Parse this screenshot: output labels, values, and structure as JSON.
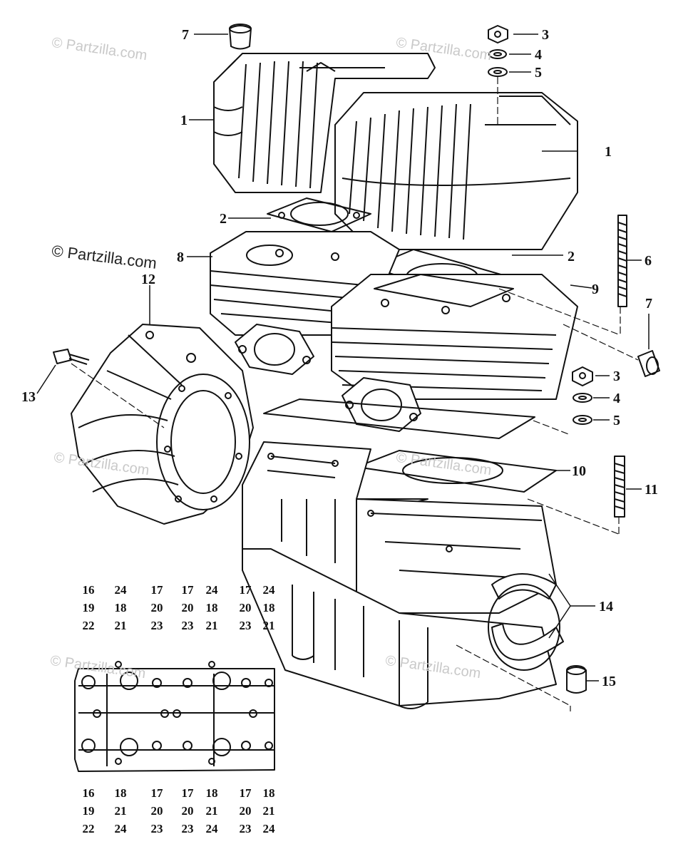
{
  "watermark": {
    "primary": "© Partzilla.com",
    "faint": "© Partzilla.com"
  },
  "callouts": {
    "c1_left": "1",
    "c1_right": "1",
    "c2_left": "2",
    "c2_right": "2",
    "c3_top": "3",
    "c4_top": "4",
    "c5_top": "5",
    "c3_mid": "3",
    "c4_mid": "4",
    "c5_mid": "5",
    "c6": "6",
    "c7_top": "7",
    "c7_right": "7",
    "c8": "8",
    "c9": "9",
    "c10": "10",
    "c11": "11",
    "c12": "12",
    "c13": "13",
    "c14": "14",
    "c15": "15"
  },
  "bolt_columns_top": [
    [
      "16",
      "19",
      "22"
    ],
    [
      "24",
      "18",
      "21"
    ],
    [
      "17",
      "20",
      "23"
    ],
    [
      "17",
      "20",
      "23"
    ],
    [
      "24",
      "18",
      "21"
    ],
    [
      "17",
      "20",
      "23"
    ],
    [
      "24",
      "18",
      "21"
    ]
  ],
  "bolt_columns_bottom": [
    [
      "16",
      "19",
      "22"
    ],
    [
      "18",
      "21",
      "24"
    ],
    [
      "17",
      "20",
      "23"
    ],
    [
      "17",
      "20",
      "23"
    ],
    [
      "18",
      "21",
      "24"
    ],
    [
      "17",
      "20",
      "23"
    ],
    [
      "18",
      "21",
      "24"
    ]
  ],
  "colors": {
    "ink": "#111111",
    "watermark": "#c9c9c9"
  }
}
